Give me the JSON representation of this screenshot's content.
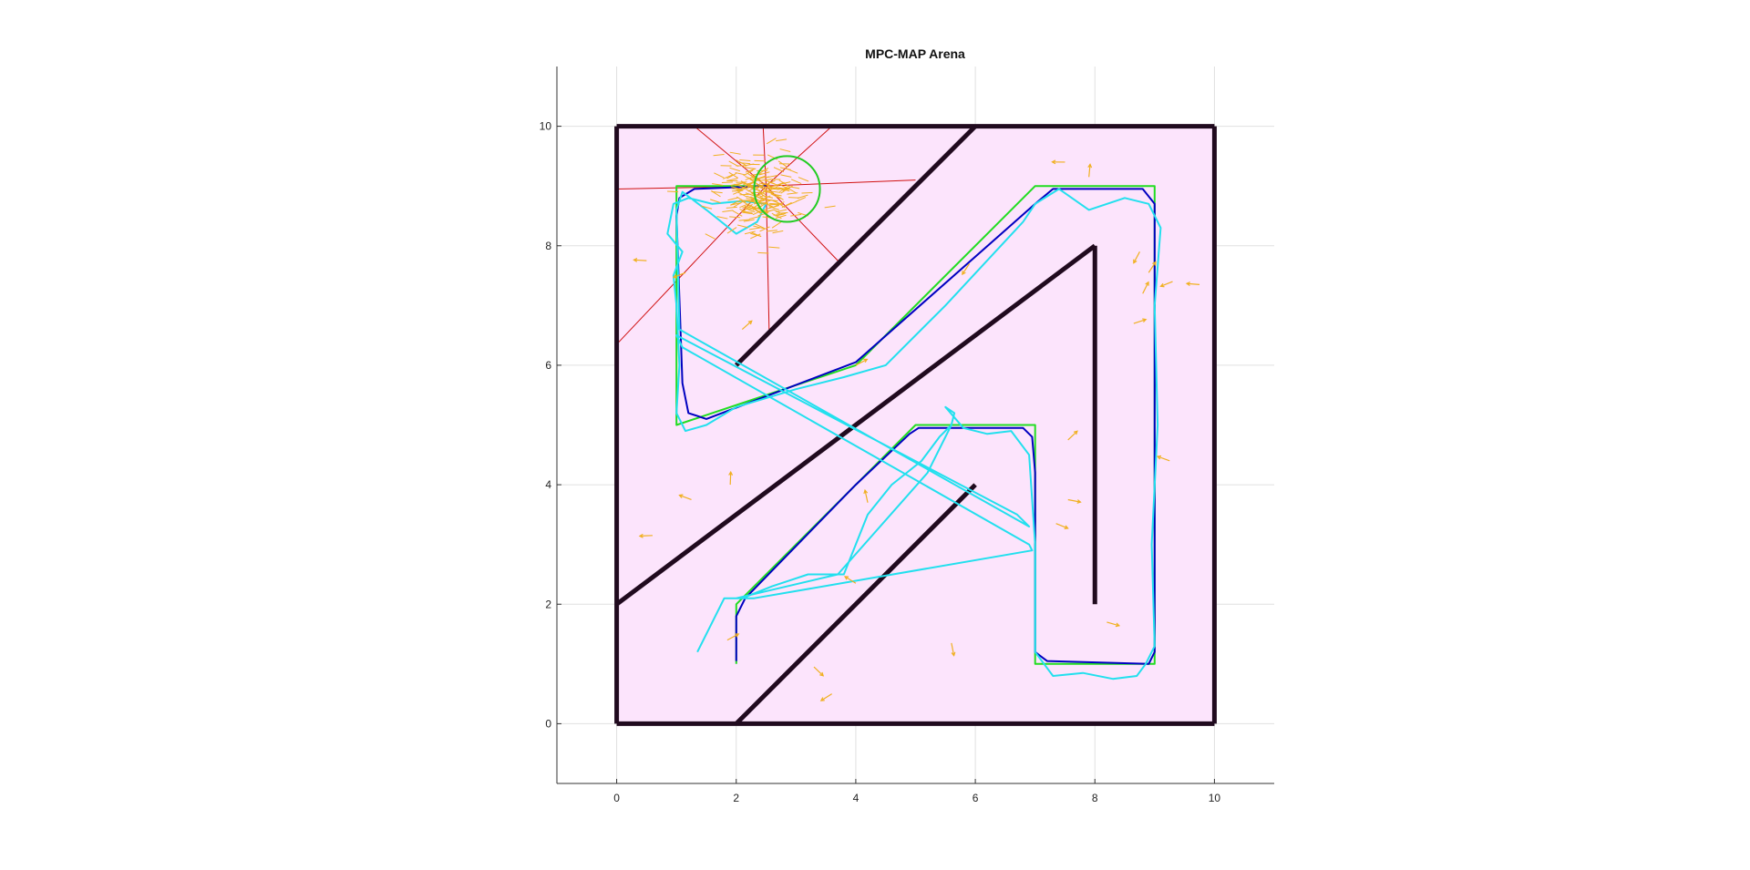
{
  "figure": {
    "title": "MPC-MAP Arena"
  },
  "colors": {
    "arena_fill": "#fce4fc",
    "walls": "#200a1e",
    "reference_path": "#22dd22",
    "planned_path": "#0000c0",
    "estimated_path": "#22e0ee",
    "particles": "#f0b020",
    "lidar_rays": "#d01010",
    "robot": "#22cc22",
    "grid": "#e0e0e0",
    "axis": "#333333"
  },
  "chart_data": {
    "type": "line",
    "title": "MPC-MAP Arena",
    "xlabel": "",
    "ylabel": "",
    "xlim": [
      -1,
      11
    ],
    "ylim": [
      -1,
      11
    ],
    "xticks": [
      0,
      2,
      4,
      6,
      8,
      10
    ],
    "yticks": [
      0,
      2,
      4,
      6,
      8,
      10
    ],
    "grid": true,
    "aspect": "equal",
    "arena_bounds": [
      0,
      10,
      0,
      10
    ],
    "walls": [
      [
        [
          0,
          0
        ],
        [
          10,
          0
        ]
      ],
      [
        [
          10,
          0
        ],
        [
          10,
          10
        ]
      ],
      [
        [
          10,
          10
        ],
        [
          0,
          10
        ]
      ],
      [
        [
          0,
          10
        ],
        [
          0,
          0
        ]
      ],
      [
        [
          2,
          6
        ],
        [
          6,
          10
        ]
      ],
      [
        [
          0,
          2
        ],
        [
          8,
          8
        ]
      ],
      [
        [
          8,
          8
        ],
        [
          8,
          2
        ]
      ],
      [
        [
          2,
          0
        ],
        [
          6,
          4
        ]
      ]
    ],
    "series": [
      {
        "role": "reference_path",
        "x": [
          2,
          2,
          5,
          7,
          7,
          9,
          9,
          7,
          4,
          1,
          1,
          2.5
        ],
        "y": [
          1,
          2,
          5,
          5,
          1,
          1,
          9,
          9,
          6,
          5,
          9,
          9
        ]
      },
      {
        "role": "planned_path",
        "x": [
          2,
          2.0,
          2.15,
          4.0,
          4.9,
          5.05,
          6.8,
          6.95,
          7.0,
          7.0,
          7.2,
          8.9,
          9.0,
          9.0,
          8.8,
          7.3,
          7.0,
          4.0,
          1.5,
          1.2,
          1.1,
          1.0,
          1.05,
          1.3,
          2.5
        ],
        "y": [
          1.05,
          1.8,
          2.1,
          4.0,
          4.85,
          4.95,
          4.95,
          4.8,
          4.2,
          1.2,
          1.05,
          1.0,
          1.2,
          8.7,
          8.95,
          8.95,
          8.7,
          6.05,
          5.1,
          5.2,
          5.7,
          8.5,
          8.8,
          8.95,
          9.0
        ]
      },
      {
        "role": "estimated_path",
        "x": [
          1.35,
          1.6,
          1.8,
          2.1,
          2.6,
          3.2,
          3.8,
          4.2,
          4.6,
          5.1,
          5.4,
          5.6,
          5.65,
          5.5,
          5.8,
          6.2,
          6.6,
          6.9,
          7.0,
          7.0,
          7.3,
          7.8,
          8.3,
          8.7,
          8.85,
          9.0,
          8.95,
          9.05,
          9.0,
          9.1,
          8.9,
          8.5,
          7.9,
          7.4,
          7.0,
          6.8,
          5.5,
          4.5,
          3.8,
          3.0,
          2.0,
          1.5,
          1.15,
          1.0,
          1.05,
          1.0,
          0.95,
          1.1,
          0.85,
          0.95,
          1.2,
          1.6,
          2.1,
          2.5,
          2.35,
          2.0,
          1.5,
          1.1,
          1.0,
          1.05,
          6.9,
          6.7,
          1.0,
          1.1,
          6.9,
          6.95,
          2.3,
          2.0,
          3.7,
          5.2,
          5.6
        ],
        "y": [
          1.2,
          1.7,
          2.1,
          2.1,
          2.3,
          2.5,
          2.5,
          3.5,
          4.0,
          4.4,
          4.8,
          5.0,
          5.2,
          5.3,
          4.95,
          4.85,
          4.9,
          4.5,
          3.0,
          1.2,
          0.8,
          0.85,
          0.75,
          0.8,
          1.0,
          1.3,
          3.0,
          5.0,
          7.0,
          8.3,
          8.7,
          8.8,
          8.6,
          8.95,
          8.7,
          8.4,
          7.0,
          6.0,
          5.8,
          5.6,
          5.3,
          5.0,
          4.9,
          5.2,
          6.0,
          7.0,
          7.5,
          7.9,
          8.2,
          8.7,
          8.8,
          8.7,
          8.75,
          8.7,
          8.4,
          8.2,
          8.6,
          8.9,
          8.6,
          6.6,
          3.3,
          3.5,
          6.5,
          6.3,
          3.0,
          2.9,
          2.1,
          2.1,
          2.5,
          4.2,
          5.0
        ]
      }
    ],
    "robot": {
      "x": 2.85,
      "y": 8.95,
      "radius": 0.55
    },
    "particle_cloud": {
      "center": [
        2.5,
        8.8
      ],
      "spread": [
        0.35,
        0.3
      ]
    },
    "lidar_rays_from": [
      2.5,
      9.0
    ],
    "lidar_ray_ends": [
      [
        1.3,
        10.0
      ],
      [
        2.45,
        10.0
      ],
      [
        3.6,
        10.0
      ],
      [
        0.0,
        8.95
      ],
      [
        5.0,
        9.1
      ],
      [
        0.0,
        6.35
      ],
      [
        2.55,
        6.6
      ],
      [
        3.7,
        7.75
      ]
    ],
    "scattered_particles": [
      [
        0.5,
        7.75
      ],
      [
        1.15,
        7.55
      ],
      [
        2.1,
        6.6
      ],
      [
        1.9,
        4.0
      ],
      [
        1.25,
        3.75
      ],
      [
        0.6,
        3.15
      ],
      [
        1.85,
        1.4
      ],
      [
        3.3,
        0.95
      ],
      [
        3.6,
        0.5
      ],
      [
        4.0,
        2.35
      ],
      [
        4.2,
        3.7
      ],
      [
        5.6,
        1.35
      ],
      [
        5.9,
        7.7
      ],
      [
        4.0,
        6.0
      ],
      [
        7.5,
        9.4
      ],
      [
        7.9,
        9.15
      ],
      [
        8.75,
        7.9
      ],
      [
        8.9,
        7.55
      ],
      [
        9.3,
        7.4
      ],
      [
        9.75,
        7.35
      ],
      [
        8.8,
        7.2
      ],
      [
        8.65,
        6.7
      ],
      [
        7.35,
        3.35
      ],
      [
        7.55,
        3.75
      ],
      [
        7.55,
        4.75
      ],
      [
        9.25,
        4.4
      ],
      [
        8.2,
        1.7
      ]
    ]
  }
}
